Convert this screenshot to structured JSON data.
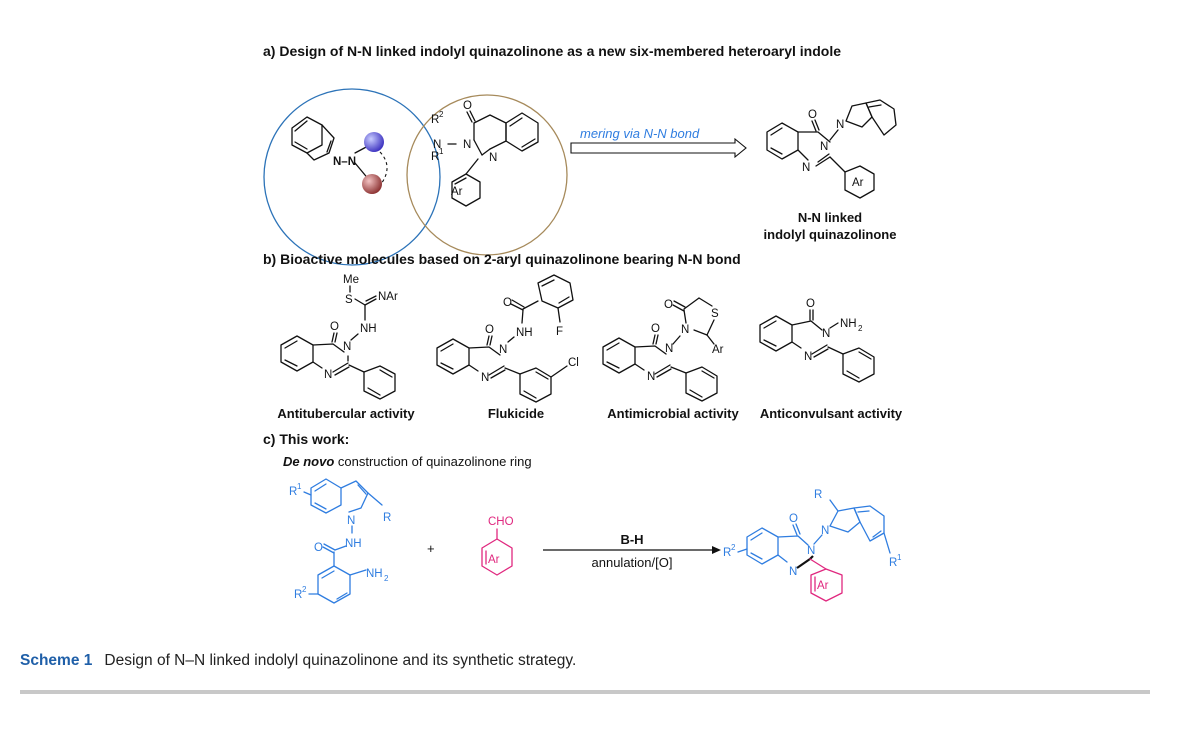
{
  "panel_a": {
    "title": "a) Design of N-N linked indolyl quinazolinone as a new six-membered heteroaryl indole",
    "arrow_label": "mering via N-N bond",
    "product_label_1": "N-N linked",
    "product_label_2": "indolyl quinazolinone",
    "atoms": {
      "r2": "R",
      "r1": "R",
      "sup2": "2",
      "sup1": "1",
      "nn": "N–N",
      "n": "N",
      "o": "O",
      "ar": "Ar"
    }
  },
  "panel_b": {
    "title": "b) Bioactive molecules based on 2-aryl quinazolinone bearing N-N bond",
    "molecules": [
      {
        "label": "Antitubercular activity"
      },
      {
        "label": "Flukicide"
      },
      {
        "label": "Antimicrobial activity"
      },
      {
        "label": "Anticonvulsant activity"
      }
    ],
    "atoms": {
      "me": "Me",
      "s": "S",
      "nar": "NAr",
      "nh": "NH",
      "f": "F",
      "cl": "Cl",
      "nh2": "NH",
      "sub2": "2"
    }
  },
  "panel_c": {
    "title": "c) This work:",
    "subtitle_italic": "De novo",
    "subtitle_rest": " construction of quinazolinone ring",
    "plus": "+",
    "reagent": "B-H",
    "conditions": "annulation/[O]",
    "atoms": {
      "cho": "CHO",
      "r": "R"
    }
  },
  "caption": {
    "label": "Scheme 1",
    "text": "Design of N–N linked indolyl quinazolinone and its synthetic strategy."
  },
  "colors": {
    "blue": "#2f7de0",
    "pink": "#e0287f",
    "circle_blue": "#2c73b8",
    "circle_brown": "#a68a5b",
    "caption_blue": "#1f5fa8"
  }
}
